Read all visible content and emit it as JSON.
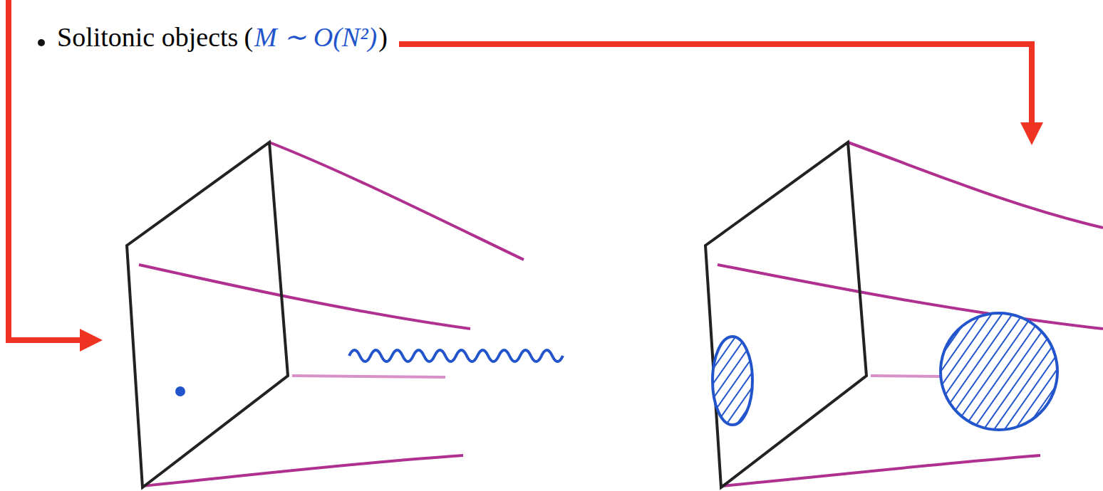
{
  "diagram": {
    "labels": [
      "Solitonic objects",
      "(",
      "M ∼ O(N²)",
      ")"
    ]
  }
}
